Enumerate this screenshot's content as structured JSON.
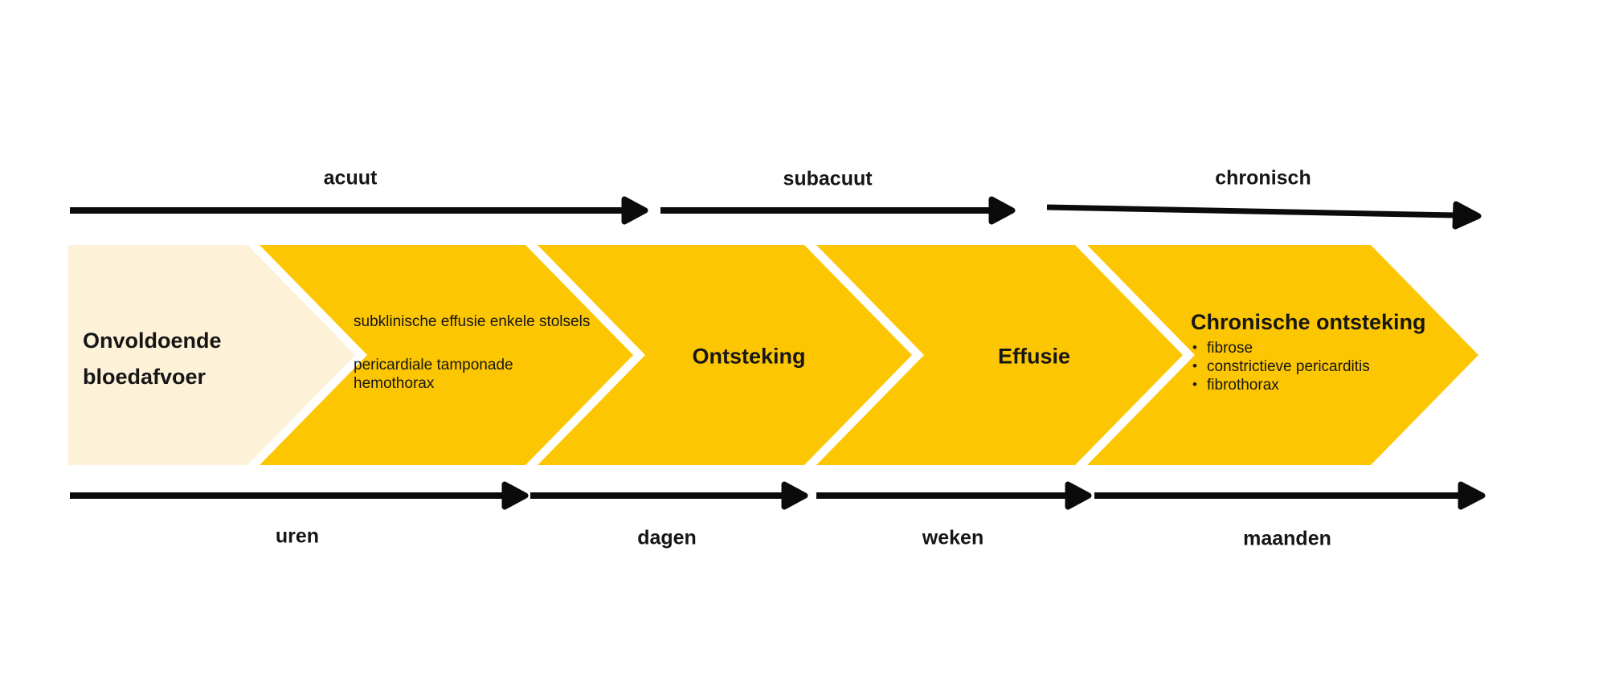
{
  "colors": {
    "yellow": "#FCC602",
    "cream": "#FDF1D7",
    "ink": "#161616",
    "arrow": "#0B0B0B"
  },
  "top_timeline": {
    "phases": [
      "acuut",
      "subacuut",
      "chronisch"
    ]
  },
  "stages": [
    {
      "title": "Onvoldoende bloedafvoer",
      "title_lines": [
        "Onvoldoende",
        "bloedafvoer"
      ]
    },
    {
      "lines": [
        "subklinische effusie enkele stolsels",
        "pericardiale tamponade",
        "hemothorax"
      ]
    },
    {
      "title": "Ontsteking"
    },
    {
      "title": "Effusie"
    },
    {
      "title": "Chronische ontsteking",
      "bullets": [
        "fibrose",
        "constrictieve pericarditis",
        "fibrothorax"
      ]
    }
  ],
  "bottom_timeline": {
    "periods": [
      "uren",
      "dagen",
      "weken",
      "maanden"
    ]
  }
}
